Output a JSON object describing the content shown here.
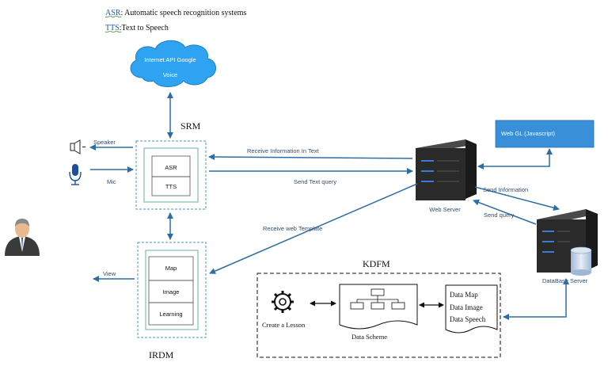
{
  "legend": {
    "asr_abbr": "ASR",
    "asr_text": ": Automatic speech recognition systems",
    "tts_abbr": "TTS",
    "tts_text": ":Text to Speech"
  },
  "cloud": {
    "line1": "Internet API Google",
    "line2": "Voice"
  },
  "srm": {
    "title": "SRM",
    "asr": "ASR",
    "tts": "TTS"
  },
  "irdm": {
    "title": "IRDM",
    "map": "Map",
    "image": "Image",
    "learning": "Learning"
  },
  "webgl": {
    "label": "Web GL (Javascript)"
  },
  "web_server": {
    "label": "Web Server"
  },
  "db_server": {
    "label": "DataBase Server"
  },
  "kdfm": {
    "title": "KDFM",
    "create_lesson": "Create a Lesson",
    "data_scheme": "Data Scheme",
    "doc_lines": [
      "Data Map",
      "Data Image",
      "Data Speech"
    ]
  },
  "arrows": {
    "speaker": "Speaker",
    "mic": "Mic",
    "receive_text": "Receive Information  In Text",
    "send_text": "Send  Text query",
    "receive_template": "Receive web Template",
    "view": "View",
    "send_information": "Send  Information",
    "send_query": "Send  query"
  },
  "colors": {
    "arrow": "#2e6da4",
    "webgl_fill": "#3a8fd9",
    "cloud_fill": "#2ea3f2",
    "box_border": "#7fbfb0",
    "server": "#2a2a2a"
  }
}
